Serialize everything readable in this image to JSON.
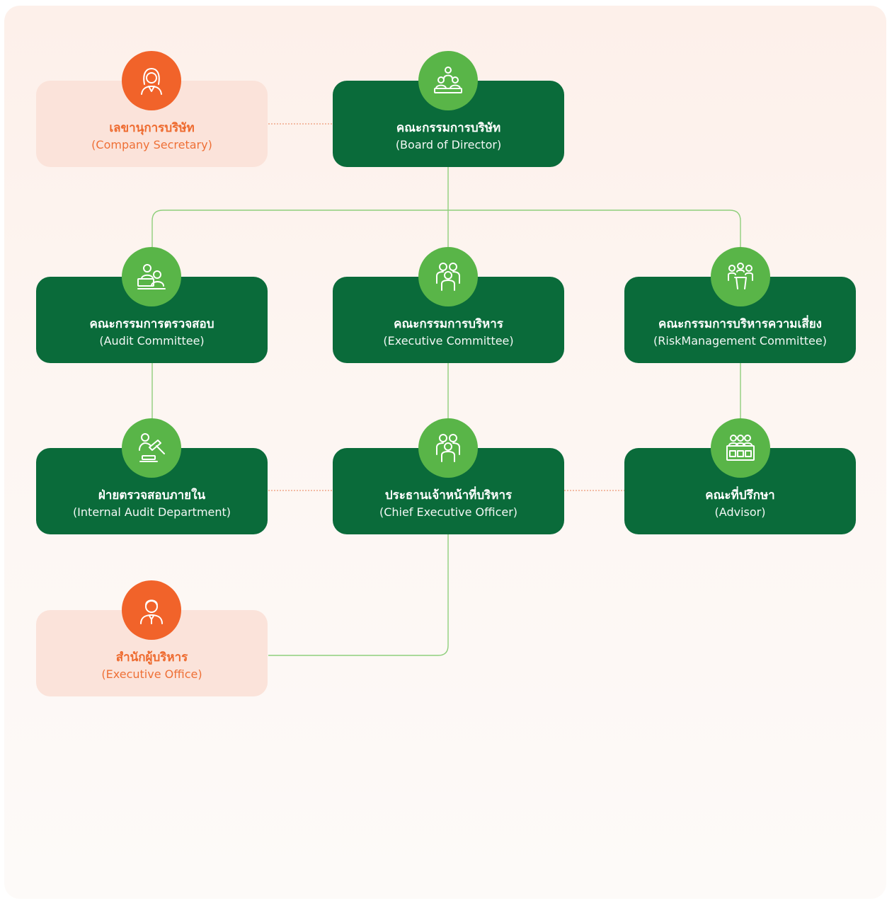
{
  "colors": {
    "primary_node": "#0a6b3a",
    "icon_badge_green": "#59b548",
    "secondary_node": "#fbe3da",
    "secondary_text": "#ee6a2e",
    "icon_badge_orange": "#f1632a",
    "connector_solid": "#8fcf7c",
    "connector_dotted": "#f0a88a"
  },
  "nodes": {
    "company_secretary": {
      "th": "เลขานุการบริษัท",
      "en": "(Company Secretary)",
      "icon": "woman-icon"
    },
    "board_of_director": {
      "th": "คณะกรรมการบริษัท",
      "en": "(Board of Director)",
      "icon": "board-meeting-icon"
    },
    "audit_committee": {
      "th": "คณะกรรมการตรวจสอบ",
      "en": "(Audit Committee)",
      "icon": "auditors-icon"
    },
    "executive_committee": {
      "th": "คณะกรรมการบริหาร",
      "en": "(Executive Committee)",
      "icon": "group-icon"
    },
    "risk_committee": {
      "th": "คณะกรรมการบริหารความเสี่ยง",
      "en": "(RiskManagement Committee)",
      "icon": "meeting-table-icon"
    },
    "internal_audit": {
      "th": "ฝ่ายตรวจสอบภายใน",
      "en": "(Internal Audit Department)",
      "icon": "gavel-icon"
    },
    "ceo": {
      "th": "ประธานเจ้าหน้าที่บริหาร",
      "en": "(Chief Executive Officer)",
      "icon": "group-icon"
    },
    "advisor": {
      "th": "คณะที่ปรึกษา",
      "en": "(Advisor)",
      "icon": "panel-icon"
    },
    "executive_office": {
      "th": "สำนักผู้บริหาร",
      "en": "(Executive Office)",
      "icon": "businessman-icon"
    }
  }
}
